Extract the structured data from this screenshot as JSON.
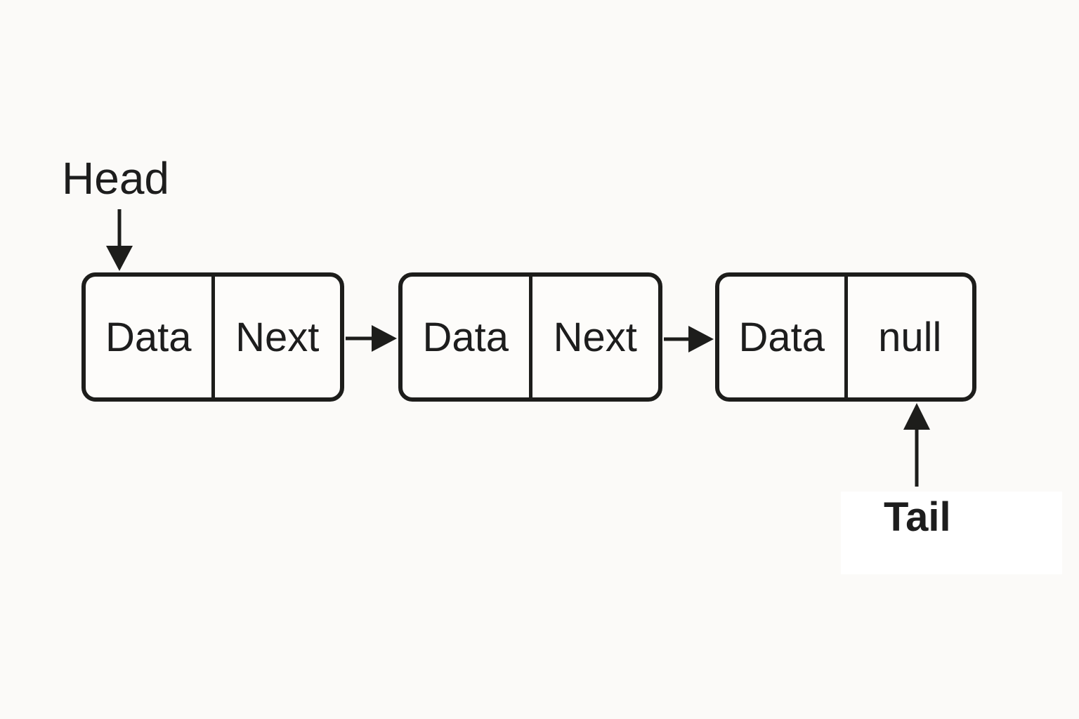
{
  "labels": {
    "head": "Head",
    "tail": "Tail"
  },
  "nodes": [
    {
      "data": "Data",
      "next": "Next"
    },
    {
      "data": "Data",
      "next": "Next"
    },
    {
      "data": "Data",
      "next": "null"
    }
  ],
  "icons": {
    "head_arrow": "arrow-down",
    "next_arrow_1": "arrow-right",
    "next_arrow_2": "arrow-right",
    "tail_arrow": "arrow-up"
  },
  "colors": {
    "background": "#fbfaf8",
    "node_fill": "#fdfcfa",
    "stroke": "#1d1d1b",
    "text": "#1d1d1d",
    "patch": "#ffffff"
  }
}
